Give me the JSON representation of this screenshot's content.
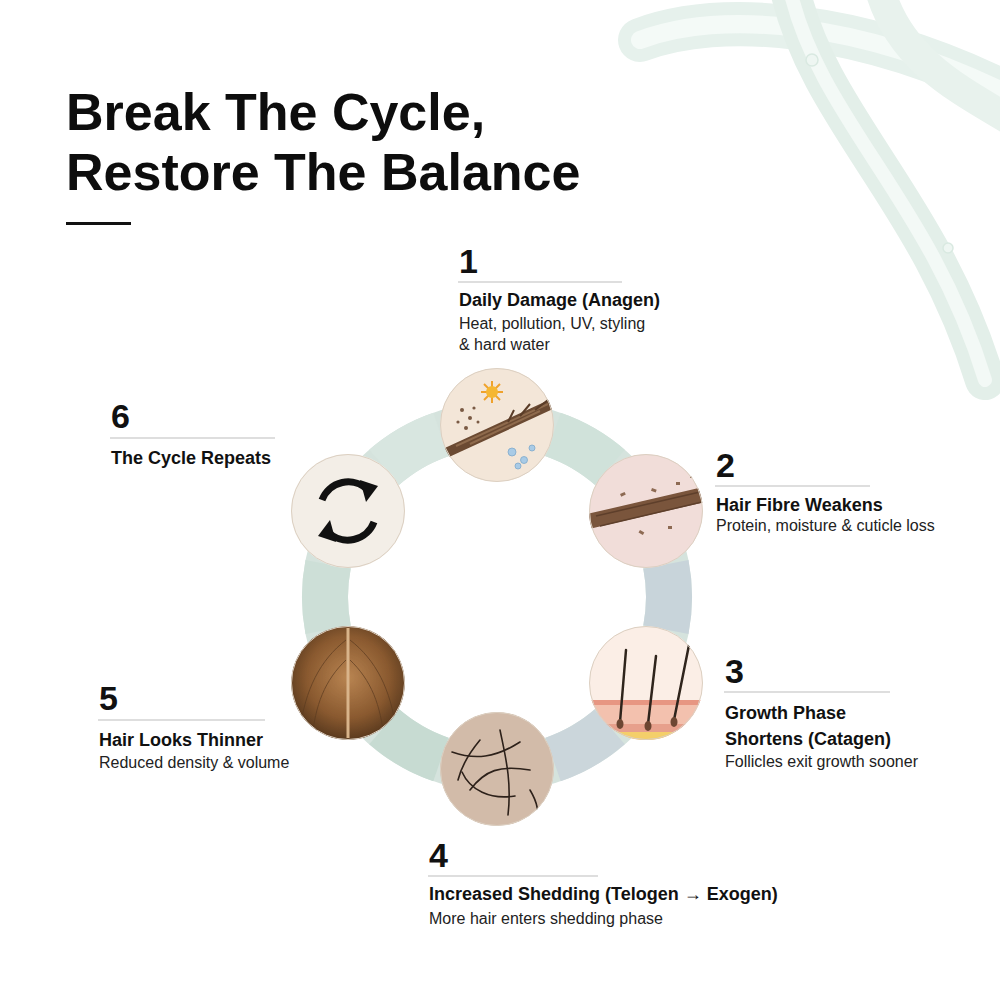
{
  "diagram": {
    "title": "Break The Cycle, Restore The Balance",
    "nodes": [
      {
        "text": [
          "1",
          "Daily Damage (Anagen)",
          "Heat, pollution, UV, styling & hard water"
        ]
      },
      {
        "text": [
          "2",
          "Hair Fibre Weakens",
          "Protein, moisture & cuticle loss"
        ]
      },
      {
        "text": [
          "3",
          "Growth Phase Shortens (Catagen)",
          "Follicles exit growth sooner"
        ]
      },
      {
        "text": [
          "4",
          "Increased Shedding (Telogen → Exogen)",
          "More hair enters shedding phase"
        ]
      },
      {
        "text": [
          "5",
          "Hair Looks Thinner",
          "Reduced density & volume"
        ]
      },
      {
        "text": [
          "6",
          "The Cycle Repeats"
        ]
      }
    ],
    "edges": [
      {
        "from": 0,
        "to": 1,
        "arrow": "none"
      },
      {
        "from": 1,
        "to": 2,
        "arrow": "none"
      },
      {
        "from": 2,
        "to": 3,
        "arrow": "none"
      },
      {
        "from": 3,
        "to": 4,
        "arrow": "none"
      },
      {
        "from": 4,
        "to": 5,
        "arrow": "none"
      },
      {
        "from": 5,
        "to": 0,
        "arrow": "none"
      }
    ]
  }
}
